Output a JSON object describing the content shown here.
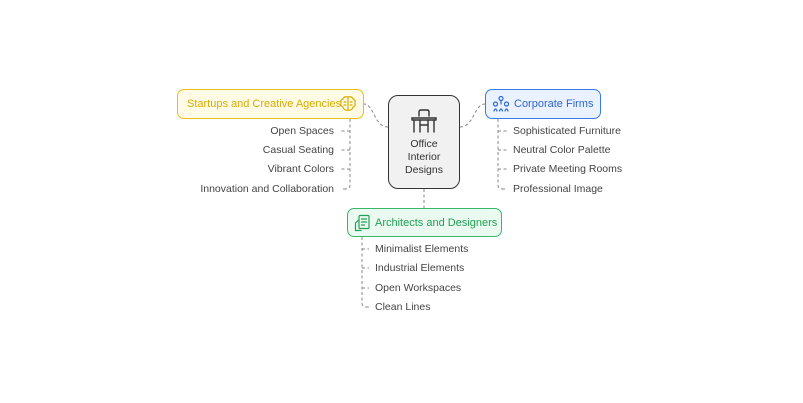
{
  "center": {
    "label": "Office Interior Designs",
    "icon": "office-desk-icon",
    "border_color": "#333333",
    "fill_color": "#f1f1f1"
  },
  "branches": {
    "startups": {
      "label": "Startups and Creative Agencies",
      "icon": "brain-icon",
      "color": "#e8c21a",
      "fill": "#fffbe5",
      "text_color": "#d9ad00",
      "items": [
        "Open Spaces",
        "Casual Seating",
        "Vibrant Colors",
        "Innovation and Collaboration"
      ]
    },
    "corporate": {
      "label": "Corporate Firms",
      "icon": "people-network-icon",
      "color": "#3b78e7",
      "fill": "#eaf2ff",
      "text_color": "#2f66d0",
      "items": [
        "Sophisticated Furniture",
        "Neutral Color Palette",
        "Private Meeting Rooms",
        "Professional Image"
      ]
    },
    "architects": {
      "label": "Architects and Designers",
      "icon": "drafting-tools-icon",
      "color": "#36b86a",
      "fill": "#eafaf0",
      "text_color": "#22a055",
      "items": [
        "Minimalist Elements",
        "Industrial Elements",
        "Open Workspaces",
        "Clean Lines"
      ]
    }
  }
}
